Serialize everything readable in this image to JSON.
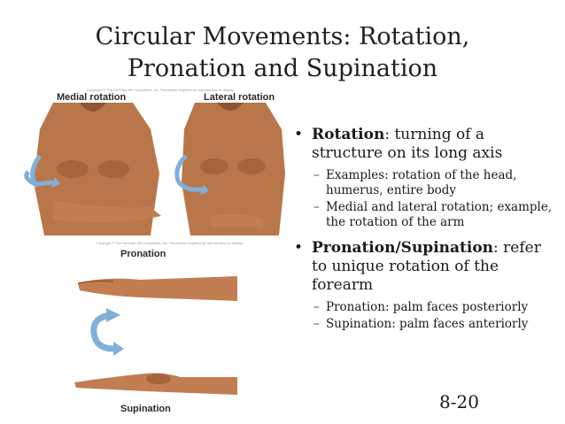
{
  "title": {
    "line1": "Circular Movements: Rotation,",
    "line2": "Pronation and Supination"
  },
  "figure": {
    "medial_label": "Medial rotation",
    "lateral_label": "Lateral rotation",
    "pronation_label": "Pronation",
    "supination_label": "Supination",
    "copyright": "Copyright © The McGraw-Hill Companies, Inc. Permission required for reproduction or display."
  },
  "bullets": [
    {
      "term": "Rotation",
      "text": ": turning of a structure on its long axis",
      "subs": [
        "Examples: rotation of the head, humerus, entire body",
        "Medial and lateral rotation; example, the rotation of the arm"
      ]
    },
    {
      "term": "Pronation/Supination",
      "text": ": refer to unique rotation of the forearm",
      "subs": [
        "Pronation: palm faces posteriorly",
        "Supination: palm faces anteriorly"
      ]
    }
  ],
  "slide_number": "8-20",
  "colors": {
    "skin": "#b9764a",
    "skin_dark": "#8f5533",
    "arrow": "#7fb0d9"
  }
}
